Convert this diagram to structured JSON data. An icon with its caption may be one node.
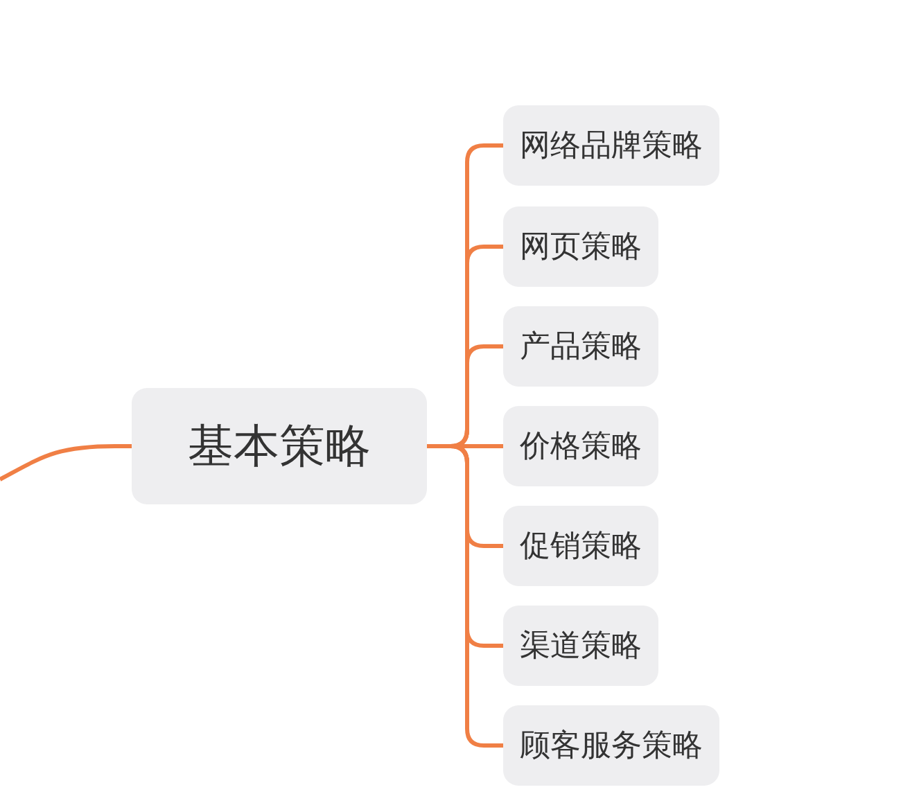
{
  "diagram": {
    "nodes": [
      {
        "text": [
          "基本策略"
        ]
      },
      {
        "text": [
          "网络品牌策略"
        ]
      },
      {
        "text": [
          "网页策略"
        ]
      },
      {
        "text": [
          "产品策略"
        ]
      },
      {
        "text": [
          "价格策略"
        ]
      },
      {
        "text": [
          "促销策略"
        ]
      },
      {
        "text": [
          "渠道策略"
        ]
      },
      {
        "text": [
          "顾客服务策略"
        ]
      }
    ],
    "edges": [
      {
        "from": null,
        "to": 0,
        "arrow": "none"
      },
      {
        "from": 0,
        "to": 1,
        "arrow": "none"
      },
      {
        "from": 0,
        "to": 2,
        "arrow": "none"
      },
      {
        "from": 0,
        "to": 3,
        "arrow": "none"
      },
      {
        "from": 0,
        "to": 4,
        "arrow": "none"
      },
      {
        "from": 0,
        "to": 5,
        "arrow": "none"
      },
      {
        "from": 0,
        "to": 6,
        "arrow": "none"
      },
      {
        "from": 0,
        "to": 7,
        "arrow": "none"
      }
    ]
  }
}
